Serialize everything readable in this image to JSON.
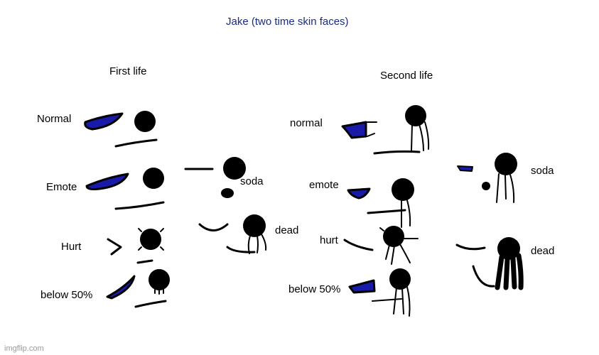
{
  "title": "Jake (two time skin faces)",
  "colors": {
    "ink": "#000000",
    "eye_blue": "#1a1aa8",
    "title_blue": "#1a2a8a",
    "watermark": "#9a9a9a"
  },
  "first_life": {
    "heading": "First life",
    "labels": {
      "normal": "Normal",
      "emote": "Emote",
      "hurt": "Hurt",
      "below50": "below 50%",
      "soda": "soda",
      "dead": "dead"
    }
  },
  "second_life": {
    "heading": "Second life",
    "labels": {
      "normal": "normal",
      "emote": "emote",
      "hurt": "hurt",
      "below50": "below 50%",
      "soda": "soda",
      "dead": "dead"
    }
  },
  "watermark": "imgflip.com"
}
